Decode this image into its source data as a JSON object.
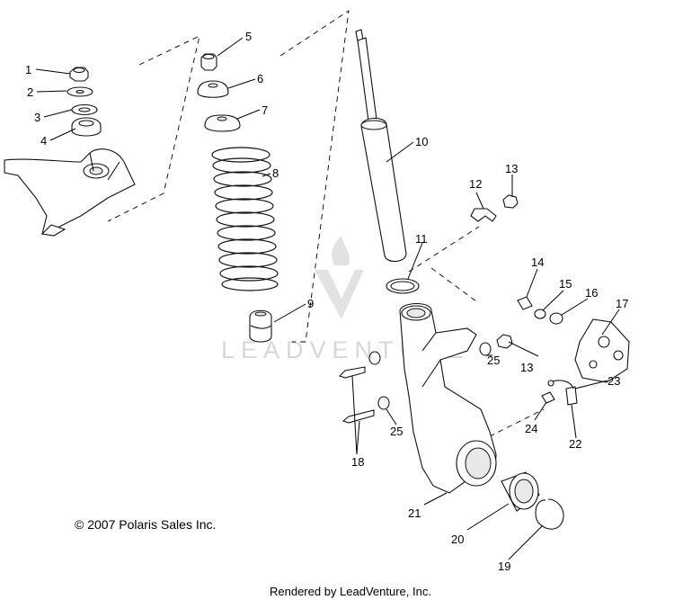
{
  "diagram": {
    "copyright": "© 2007 Polaris Sales Inc.",
    "footer": "Rendered by LeadVenture, Inc.",
    "watermark": "LEADVENTURE",
    "callouts": [
      "1",
      "2",
      "3",
      "4",
      "5",
      "6",
      "7",
      "8",
      "9",
      "10",
      "11",
      "12",
      "13",
      "14",
      "15",
      "16",
      "17",
      "13",
      "18",
      "19",
      "20",
      "21",
      "22",
      "23",
      "24",
      "25",
      "25"
    ]
  }
}
